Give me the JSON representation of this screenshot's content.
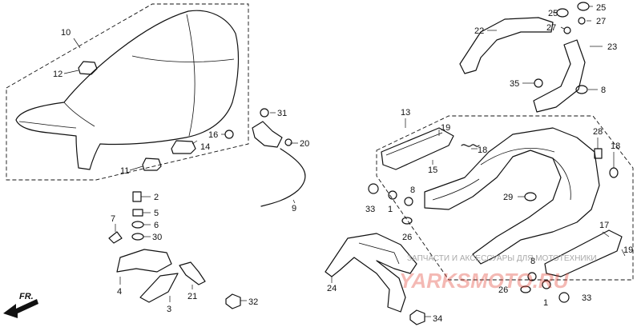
{
  "callouts": {
    "p10": "10",
    "p12": "12",
    "p11": "11",
    "p16": "16",
    "p14": "14",
    "p31": "31",
    "p20": "20",
    "p9": "9",
    "p2": "2",
    "p7": "7",
    "p5": "5",
    "p6": "6",
    "p30": "30",
    "p4": "4",
    "p3": "3",
    "p21": "21",
    "p32": "32",
    "p13": "13",
    "p19a": "19",
    "p15": "15",
    "p18a": "18",
    "p33a": "33",
    "p1a": "1",
    "p8a": "8",
    "p26a": "26",
    "p29": "29",
    "p24": "24",
    "p34": "34",
    "p25a": "25",
    "p25b": "25",
    "p27a": "27",
    "p27b": "27",
    "p22": "22",
    "p23": "23",
    "p35": "35",
    "p8b": "8",
    "p28": "28",
    "p18b": "18",
    "p17": "17",
    "p19b": "19",
    "p8c": "8",
    "p26b": "26",
    "p1b": "1",
    "p33b": "33"
  },
  "direction_label": "FR.",
  "watermark": {
    "line1": "ЗАПЧАСТИ И АКСЕССУАРЫ ДЛЯ МОТОТЕХНИКИ",
    "line2": "YARKSMOTO.RU"
  },
  "colors": {
    "ink": "#111111",
    "watermark_red": "#e23a2a"
  }
}
